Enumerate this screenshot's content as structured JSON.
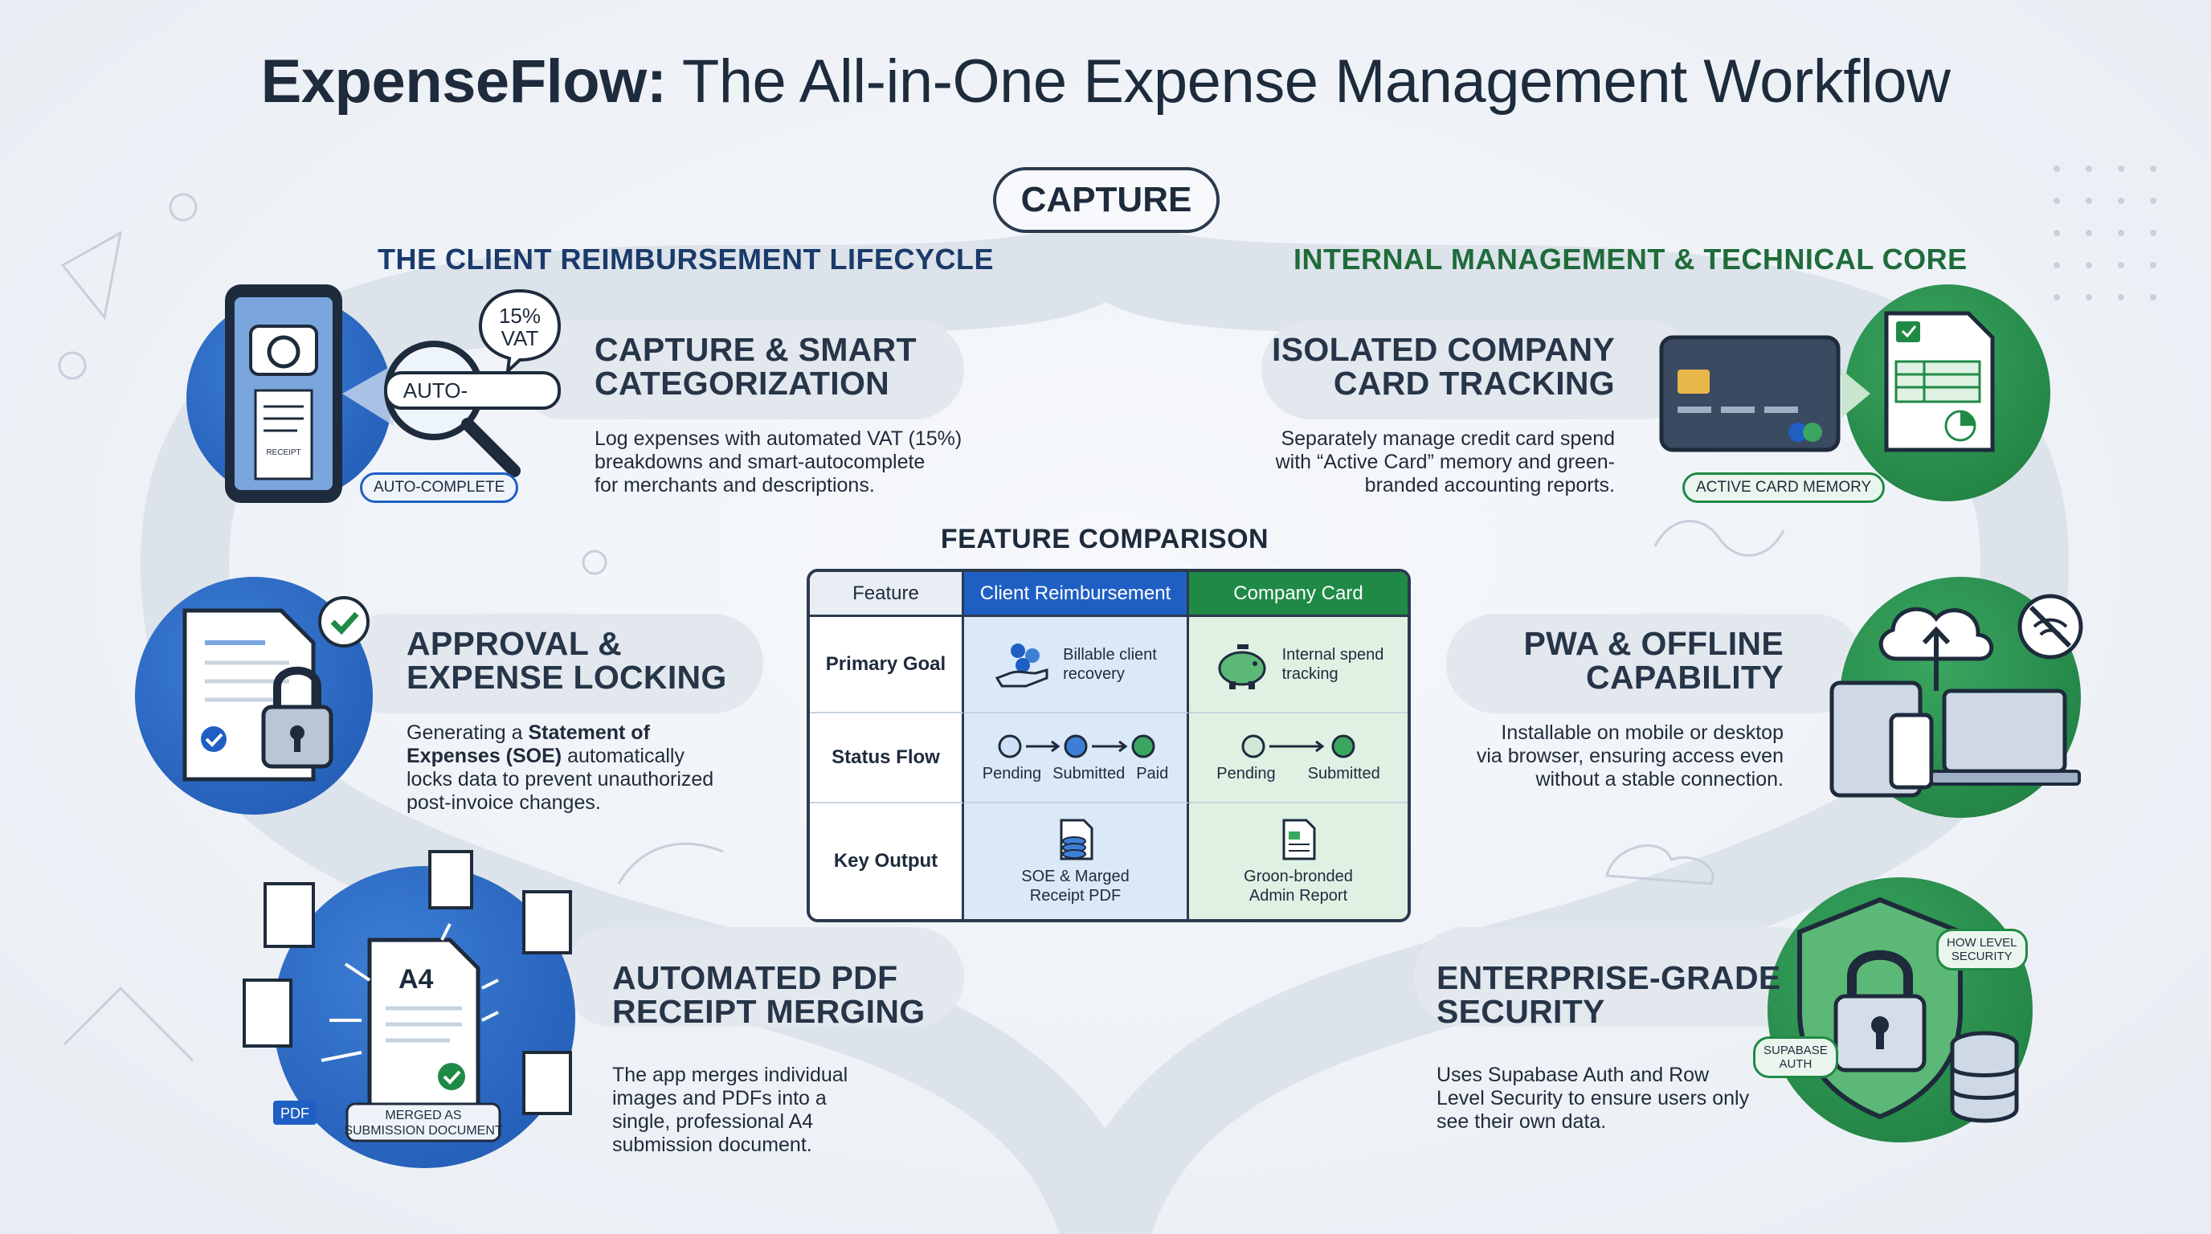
{
  "title_brand": "ExpenseFlow:",
  "title_rest": " The All-in-One Expense Management Workflow",
  "center_pill": "CAPTURE",
  "left_section_title": "THE CLIENT REIMBURSEMENT LIFECYCLE",
  "right_section_title": "INTERNAL MANAGEMENT & TECHNICAL CORE",
  "features": {
    "capture": {
      "title_l1": "CAPTURE & SMART",
      "title_l2": "CATEGORIZATION",
      "desc_l1": "Log expenses with automated VAT (15%)",
      "desc_l2": "breakdowns and smart-autocomplete",
      "desc_l3": "for merchants and descriptions.",
      "tag": "AUTO-COMPLETE",
      "bubble_l1": "15%",
      "bubble_l2": "VAT",
      "field_text": "AUTO-",
      "receipt_label": "RECEIPT"
    },
    "approval": {
      "title_l1": "APPROVAL &",
      "title_l2": "EXPENSE LOCKING",
      "desc_l1_pre": "Generating a ",
      "desc_l1_bold": "Statement of",
      "desc_l2_bold": "Expenses (SOE)",
      "desc_l2_post": " automatically",
      "desc_l3": "locks data to prevent unauthorized",
      "desc_l4": "post-invoice changes."
    },
    "pdf": {
      "title_l1": "AUTOMATED PDF",
      "title_l2": "RECEIPT MERGING",
      "desc_l1": "The app merges individual",
      "desc_l2": "images and PDFs into a",
      "desc_l3": "single, professional A4",
      "desc_l4": "submission document.",
      "doc_label": "A4",
      "caption_l1": "MERGED AS",
      "caption_l2": "SUBMISSION DOCUMENT",
      "pdf_tag": "PDF"
    },
    "card": {
      "title_l1": "ISOLATED COMPANY",
      "title_l2": "CARD TRACKING",
      "desc_l1": "Separately manage credit card spend",
      "desc_l2": "with “Active Card” memory and green-",
      "desc_l3": "branded accounting reports.",
      "tag": "ACTIVE CARD MEMORY"
    },
    "pwa": {
      "title_l1": "PWA & OFFLINE",
      "title_l2": "CAPABILITY",
      "desc_l1": "Installable on mobile or desktop",
      "desc_l2": "via browser, ensuring access even",
      "desc_l3": "without a stable connection."
    },
    "security": {
      "title_l1": "ENTERPRISE-GRADE",
      "title_l2": "SECURITY",
      "desc_l1": "Uses Supabase Auth and Row",
      "desc_l2": "Level Security to ensure users only",
      "desc_l3": "see their own data.",
      "tag_rls_l1": "HOW LEVEL",
      "tag_rls_l2": "SECURITY",
      "tag_auth_l1": "SUPABASE",
      "tag_auth_l2": "AUTH"
    }
  },
  "comparison": {
    "title": "FEATURE COMPARISON",
    "headers": [
      "Feature",
      "Client Reimbursement",
      "Company Card"
    ],
    "rows": [
      {
        "label": "Primary Goal",
        "client_l1": "Billable client",
        "client_l2": "recovery",
        "card_l1": "Internal spend",
        "card_l2": "tracking"
      },
      {
        "label": "Status Flow",
        "client_flow": [
          "Pending",
          "Submitted",
          "Paid"
        ],
        "card_flow": [
          "Pending",
          "Submitted"
        ]
      },
      {
        "label": "Key Output",
        "client_l1": "SOE & Marged",
        "client_l2": "Receipt PDF",
        "card_l1": "Groon-bronded",
        "card_l2": "Admin Report"
      }
    ]
  },
  "colors": {
    "blue": "#1f5fc4",
    "green": "#1f8a45",
    "navy": "#1e2b3c"
  }
}
